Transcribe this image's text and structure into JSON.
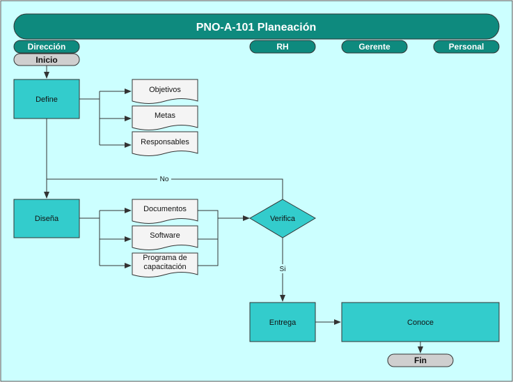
{
  "title": "PNO-A-101 Planeación",
  "lanes": [
    "Dirección",
    "RH",
    "Gerente",
    "Personal"
  ],
  "terminals": {
    "start": "Inicio",
    "end": "Fin"
  },
  "processes": {
    "define": "Define",
    "design": "Diseña",
    "deliver": "Entrega",
    "know": "Conoce"
  },
  "documents": {
    "objectives": "Objetivos",
    "goals": "Metas",
    "responsibles": "Responsables",
    "docs": "Documentos",
    "software": "Software",
    "training_line1": "Programa de",
    "training_line2": "capacitación"
  },
  "decision": {
    "label": "Verifica",
    "yes": "Si",
    "no": "No"
  },
  "colors": {
    "header": "#0e8a7e",
    "background": "#ccffff",
    "process": "#33cccc",
    "terminal": "#cfcfcf",
    "document": "#f4f4f4"
  }
}
